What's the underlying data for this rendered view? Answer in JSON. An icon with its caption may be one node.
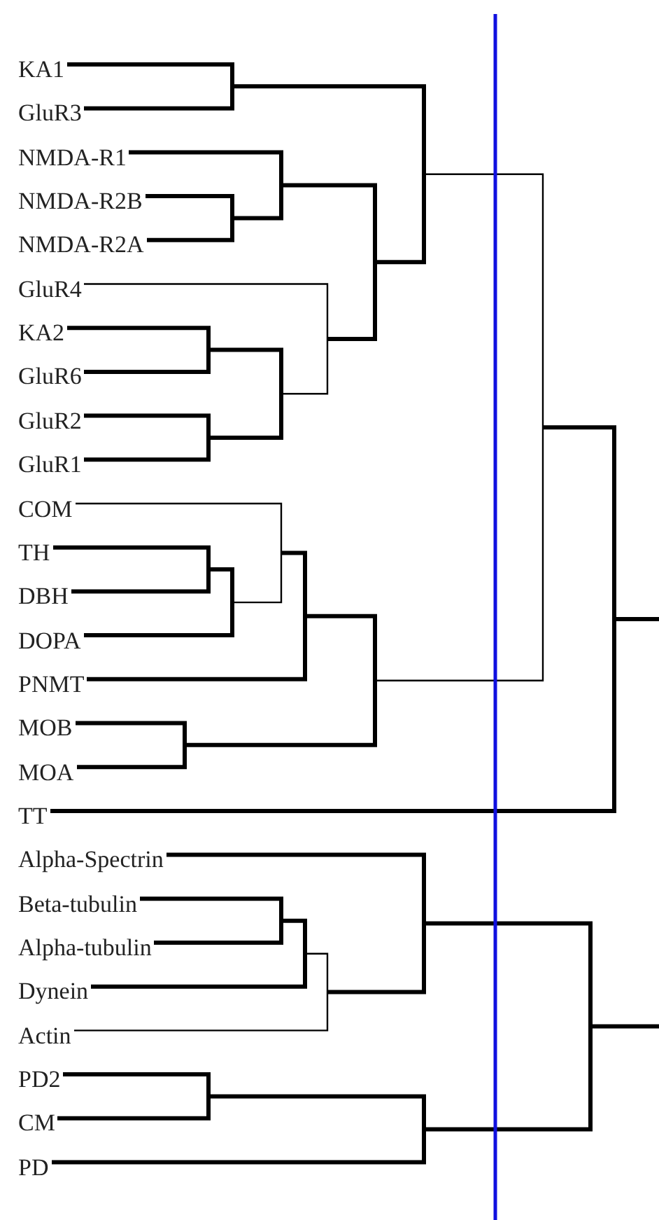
{
  "diagram": {
    "labels": [
      "KA1",
      "GluR3",
      "NMDA-R1",
      "NMDA-R2B",
      "NMDA-R2A",
      "GluR4",
      "KA2",
      "GluR6",
      "GluR2",
      "GluR1",
      "COM",
      "TH",
      "DBH",
      "DOPA",
      "PNMT",
      "MOB",
      "MOA",
      "TT",
      "Alpha-Spectrin",
      "Beta-tubulin",
      "Alpha-tubulin",
      "Dynein",
      "Actin",
      "PD2",
      "CM",
      "PD"
    ]
  }
}
